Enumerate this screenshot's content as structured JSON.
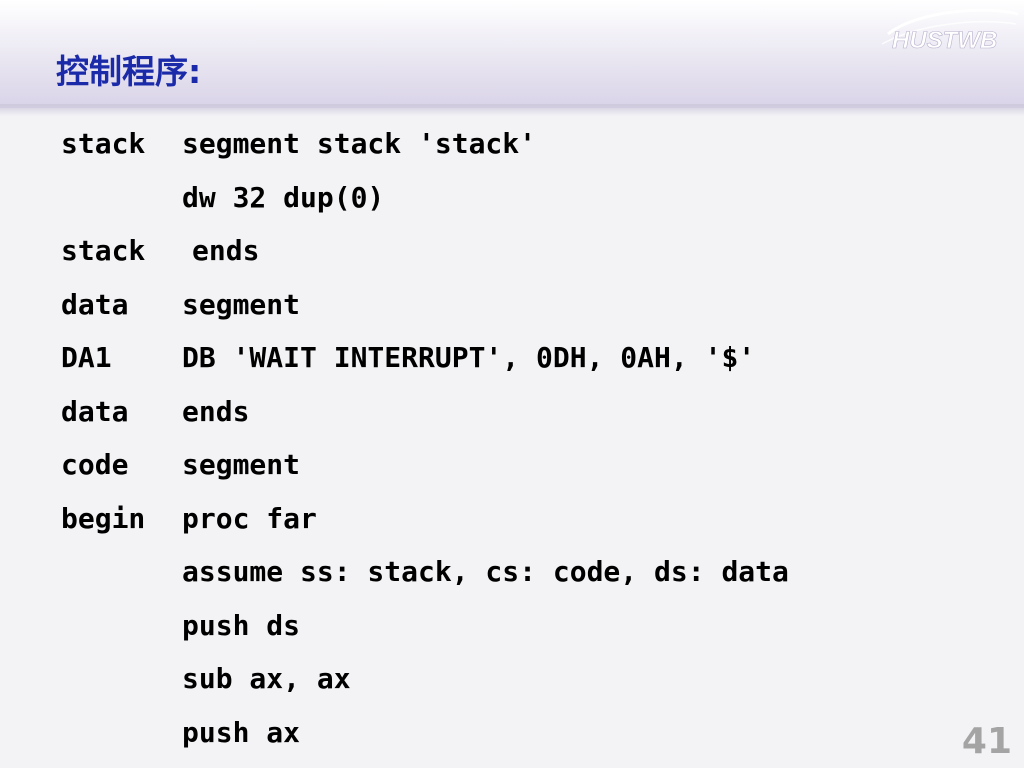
{
  "header": {
    "title": "控制程序:",
    "logo_text": "HUSTWB",
    "logo_color": "#ffffff"
  },
  "code_lines": [
    {
      "label": "stack",
      "instr": "segment stack 'stack'"
    },
    {
      "label": "",
      "instr": "dw 32 dup(0)"
    },
    {
      "label": "stack",
      "instr": "ends"
    },
    {
      "label": "data",
      "instr": "segment"
    },
    {
      "label": "DA1",
      "instr": "DB 'WAIT INTERRUPT', 0DH, 0AH, '$'"
    },
    {
      "label": "data",
      "instr": "ends"
    },
    {
      "label": "code",
      "instr": "segment"
    },
    {
      "label": "begin",
      "instr": "proc far"
    },
    {
      "label": "",
      "instr": "assume ss: stack, cs: code, ds: data"
    },
    {
      "label": "",
      "instr": "push ds"
    },
    {
      "label": "",
      "instr": "sub ax, ax"
    },
    {
      "label": "",
      "instr": "push ax"
    }
  ],
  "page_number": "41",
  "colors": {
    "title": "#1a2aa8",
    "code": "#000000",
    "page_number": "#a4a4a4"
  }
}
